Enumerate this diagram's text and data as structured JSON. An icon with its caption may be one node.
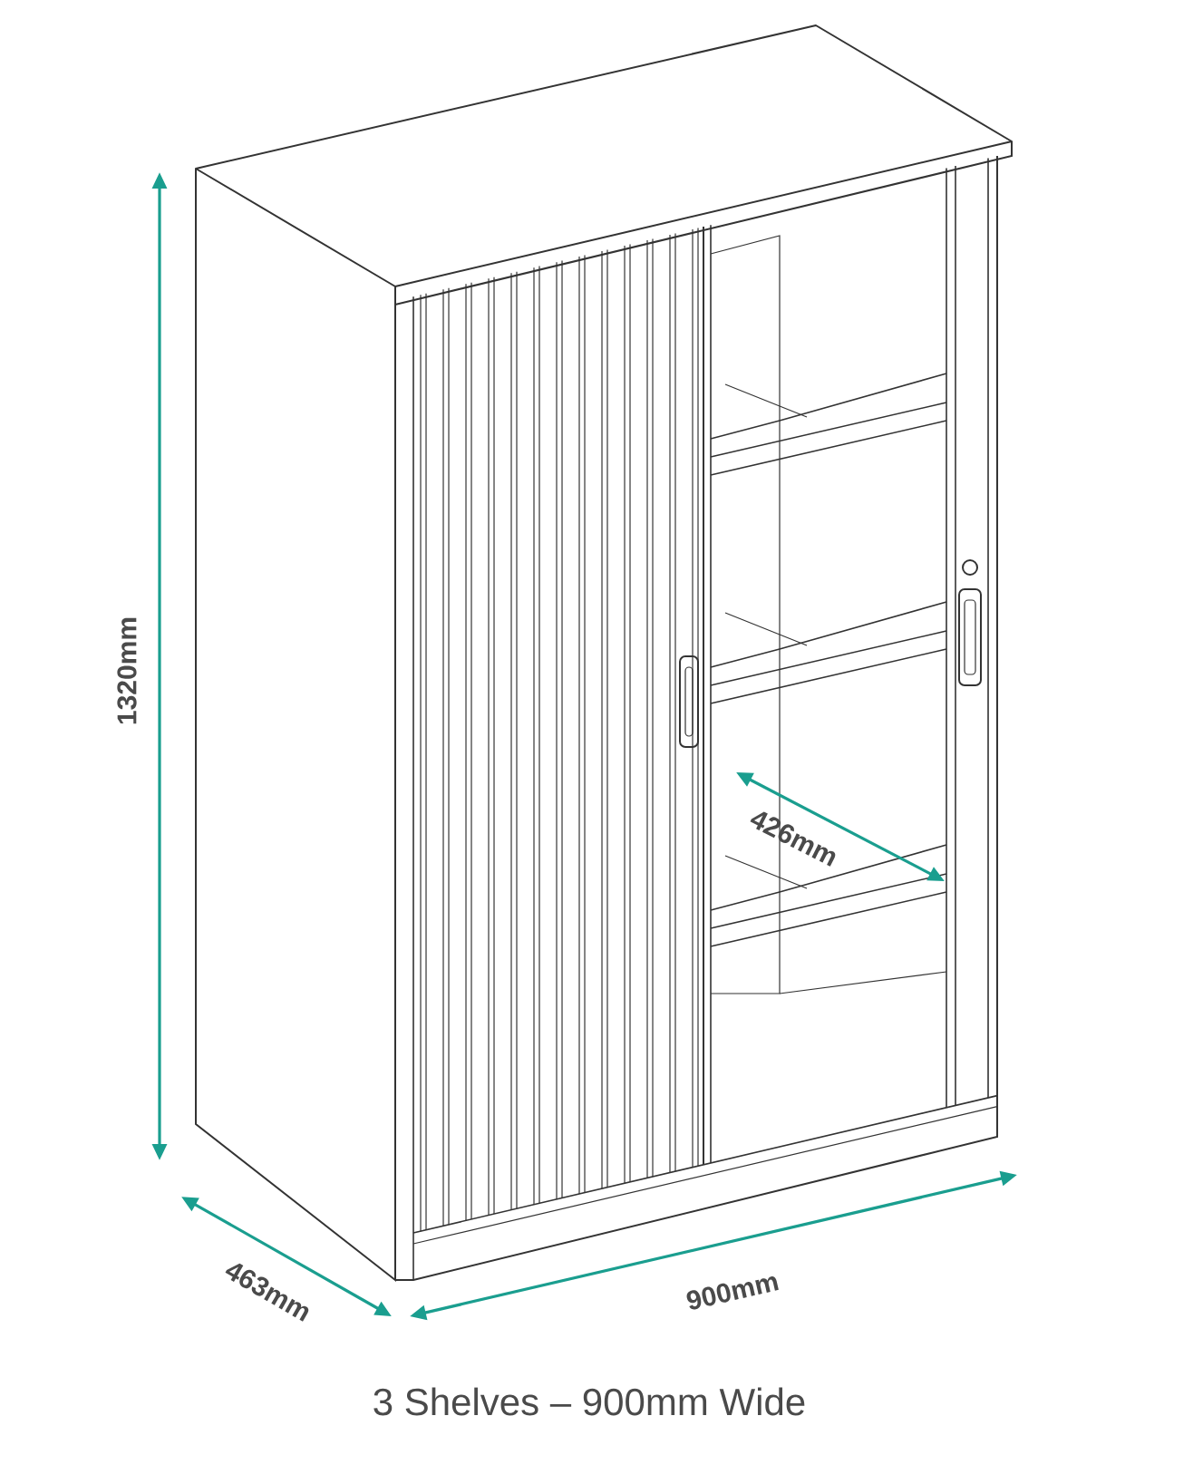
{
  "diagram": {
    "caption": "3 Shelves – 900mm Wide",
    "labels": [
      "1320mm",
      "426mm",
      "463mm",
      "900mm"
    ]
  }
}
